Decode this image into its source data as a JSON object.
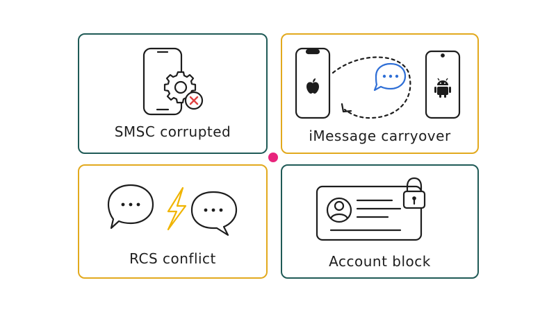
{
  "panels": {
    "smsc": {
      "label": "SMSC corrupted"
    },
    "imessage": {
      "label": "iMessage carryover"
    },
    "rcs": {
      "label": "RCS conflict"
    },
    "account": {
      "label": "Account block"
    }
  },
  "colors": {
    "teal": "#1f5a56",
    "gold": "#e2a91d",
    "ink": "#1d1d1d",
    "error_red": "#e04040",
    "bubble_blue": "#2f6fd6",
    "bolt_yellow": "#f0b400",
    "center_dot": "#e8247c"
  },
  "icons": [
    "phone-icon",
    "gear-icon",
    "error-x-icon",
    "apple-icon",
    "android-icon",
    "chat-bubble-icon",
    "lightning-icon",
    "id-card-icon",
    "padlock-icon"
  ]
}
